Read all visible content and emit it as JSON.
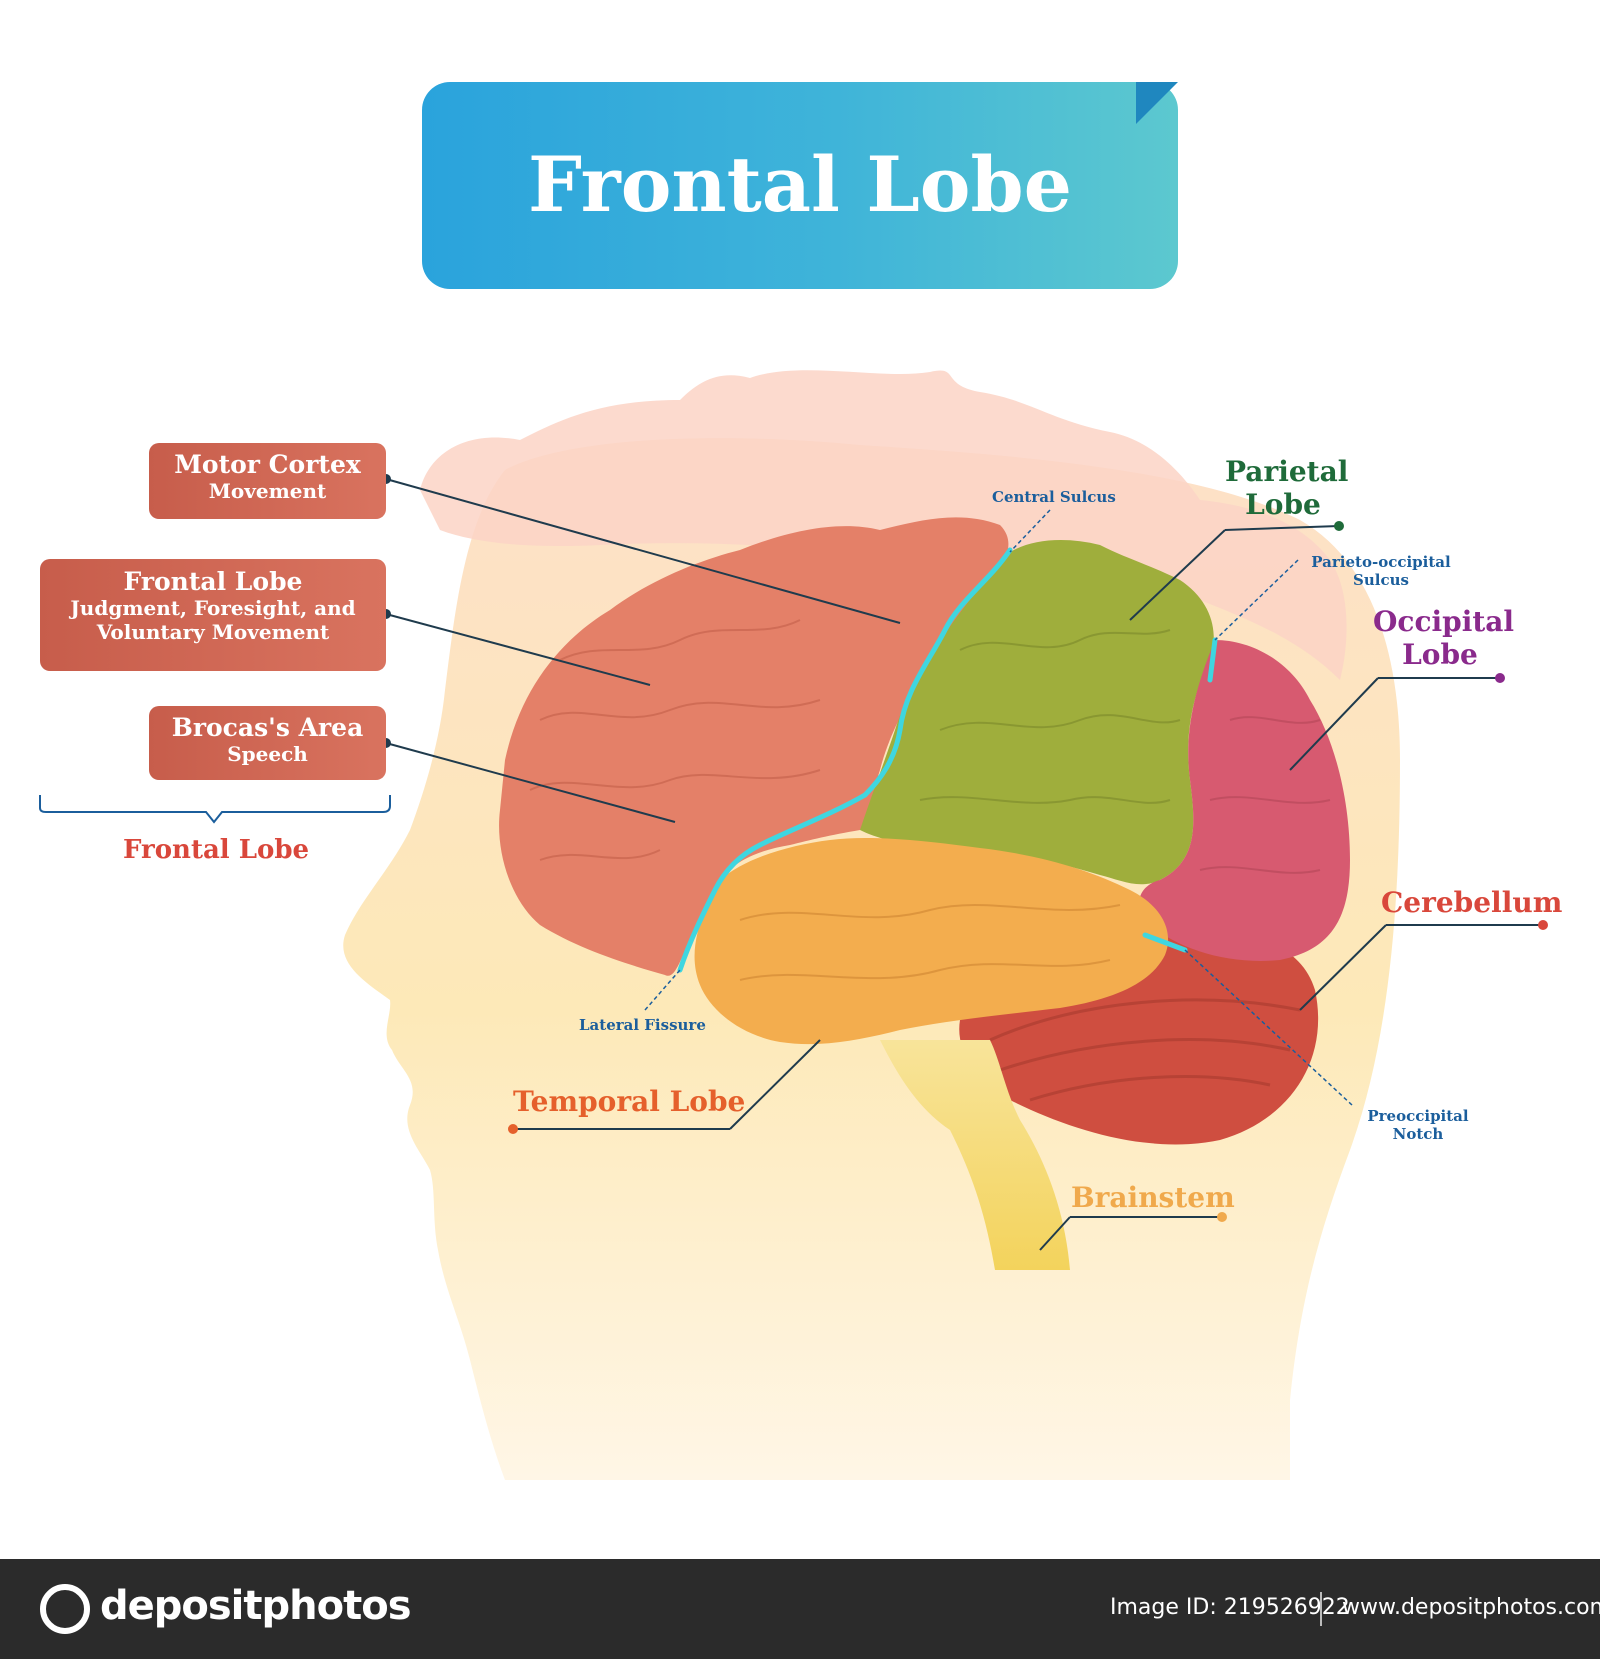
{
  "title": "Frontal Lobe",
  "left_labels": [
    {
      "title": "Motor Cortex",
      "subtitle": "Movement"
    },
    {
      "title": "Frontal Lobe",
      "subtitle_line1": "Judgment, Foresight, and",
      "subtitle_line2": "Voluntary Movement"
    },
    {
      "title": "Brocas's Area",
      "subtitle": "Speech"
    }
  ],
  "bracket_label": "Frontal Lobe",
  "right_labels": {
    "parietal_line1": "Parietal",
    "parietal_line2": "Lobe",
    "occipital_line1": "Occipital",
    "occipital_line2": "Lobe",
    "cerebellum": "Cerebellum",
    "temporal": "Temporal Lobe",
    "brainstem": "Brainstem"
  },
  "small_labels": {
    "central_sulcus": "Central Sulcus",
    "parieto_line1": "Parieto-occipital",
    "parieto_line2": "Sulcus",
    "lateral_fissure": "Lateral Fissure",
    "preoccipital_line1": "Preoccipital",
    "preoccipital_line2": "Notch"
  },
  "colors": {
    "frontal": "#e07a62",
    "parietal": "#9aab3a",
    "occipital": "#d45a6e",
    "temporal": "#f0a94c",
    "cerebellum": "#c94a3c",
    "brainstem": "#f5d86a",
    "sulcus": "#3fd6e0",
    "head": "#fde7c4",
    "hair": "#fbd0c8"
  },
  "footer": {
    "brand": "depositphotos",
    "image_id": "Image ID: 219526922",
    "url": "www.depositphotos.com"
  }
}
